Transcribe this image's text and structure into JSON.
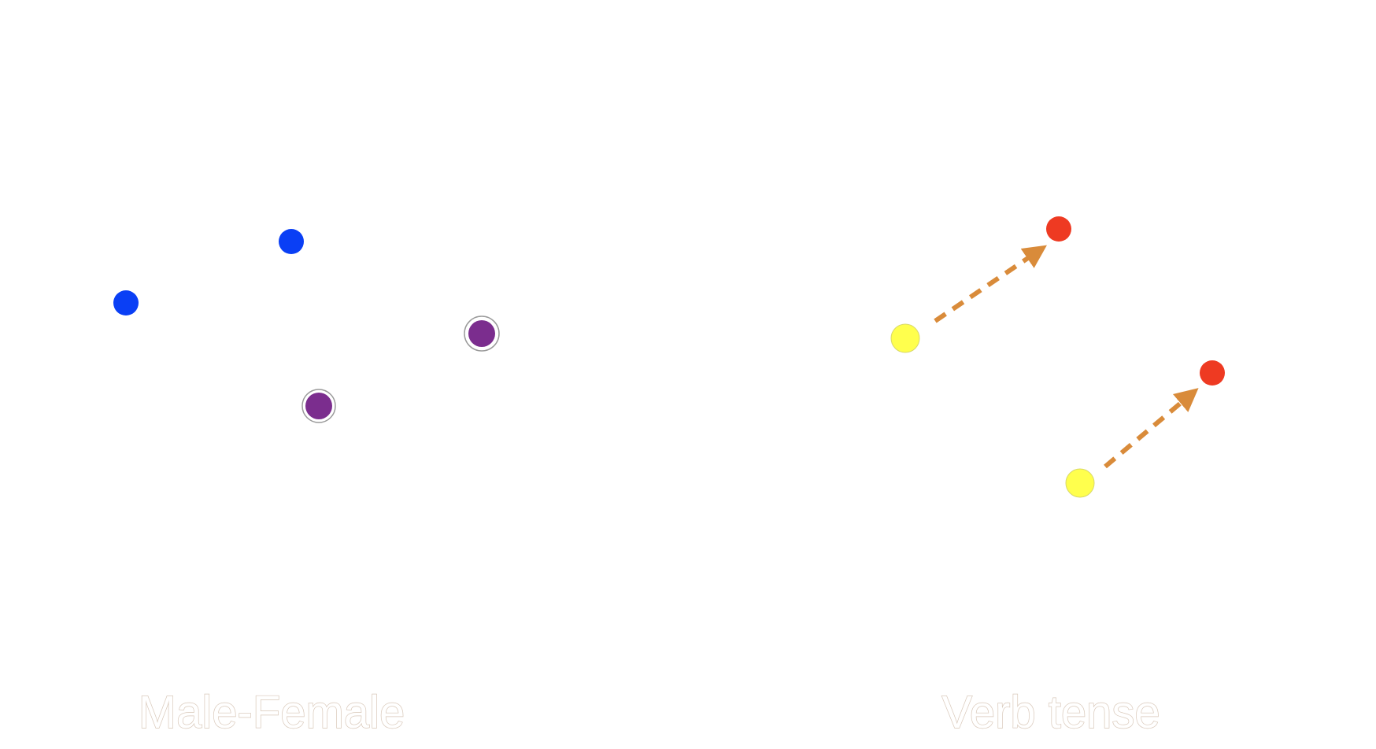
{
  "panels": [
    {
      "title": "Male-Female",
      "points": [
        {
          "label": "",
          "color": "#0a3ff5",
          "ring": false
        },
        {
          "label": "",
          "color": "#0a3ff5",
          "ring": false
        },
        {
          "label": "",
          "color": "#7b2d8e",
          "ring": true
        },
        {
          "label": "",
          "color": "#7b2d8e",
          "ring": true
        }
      ],
      "arrows": []
    },
    {
      "title": "Verb tense",
      "points": [
        {
          "label": "",
          "color": "#ffff4d",
          "ring": false
        },
        {
          "label": "",
          "color": "#ee3a22",
          "ring": false
        },
        {
          "label": "",
          "color": "#ffff4d",
          "ring": false
        },
        {
          "label": "",
          "color": "#ee3a22",
          "ring": false
        }
      ],
      "arrows": [
        {
          "from": 0,
          "to": 1,
          "color": "#d98b3a"
        },
        {
          "from": 2,
          "to": 3,
          "color": "#d98b3a"
        }
      ]
    }
  ]
}
